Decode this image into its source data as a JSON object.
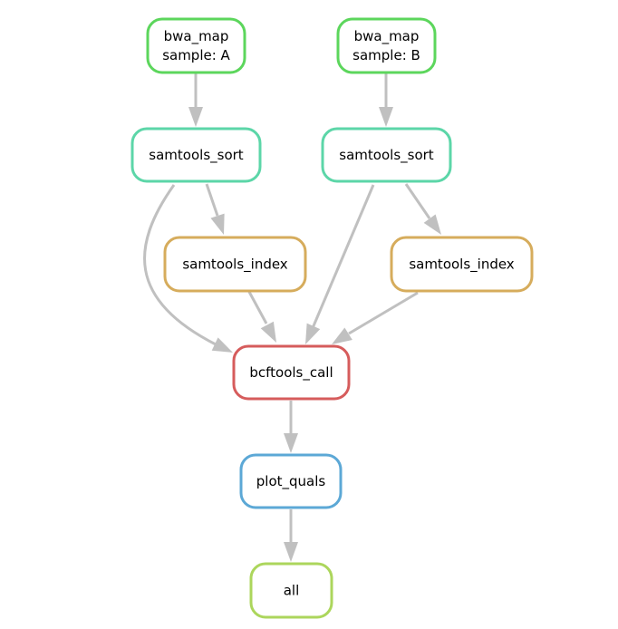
{
  "diagram": {
    "edge_color": "#c0c0c0",
    "nodes": [
      {
        "id": "bwa_map_A",
        "lines": [
          "bwa_map",
          "sample: A"
        ],
        "color": "#5cd65c"
      },
      {
        "id": "bwa_map_B",
        "lines": [
          "bwa_map",
          "sample: B"
        ],
        "color": "#5cd65c"
      },
      {
        "id": "samtools_sort_A",
        "lines": [
          "samtools_sort"
        ],
        "color": "#5cd6a8"
      },
      {
        "id": "samtools_sort_B",
        "lines": [
          "samtools_sort"
        ],
        "color": "#5cd6a8"
      },
      {
        "id": "samtools_index_A",
        "lines": [
          "samtools_index"
        ],
        "color": "#d6ac5c"
      },
      {
        "id": "samtools_index_B",
        "lines": [
          "samtools_index"
        ],
        "color": "#d6ac5c"
      },
      {
        "id": "bcftools_call",
        "lines": [
          "bcftools_call"
        ],
        "color": "#d65c5c"
      },
      {
        "id": "plot_quals",
        "lines": [
          "plot_quals"
        ],
        "color": "#5ca8d6"
      },
      {
        "id": "all",
        "lines": [
          "all"
        ],
        "color": "#acd65c"
      }
    ],
    "edges": [
      {
        "from": "bwa_map_A",
        "to": "samtools_sort_A"
      },
      {
        "from": "bwa_map_B",
        "to": "samtools_sort_B"
      },
      {
        "from": "samtools_sort_A",
        "to": "samtools_index_A"
      },
      {
        "from": "samtools_sort_B",
        "to": "samtools_index_B"
      },
      {
        "from": "samtools_sort_A",
        "to": "bcftools_call"
      },
      {
        "from": "samtools_sort_B",
        "to": "bcftools_call"
      },
      {
        "from": "samtools_index_A",
        "to": "bcftools_call"
      },
      {
        "from": "samtools_index_B",
        "to": "bcftools_call"
      },
      {
        "from": "bcftools_call",
        "to": "plot_quals"
      },
      {
        "from": "plot_quals",
        "to": "all"
      }
    ]
  }
}
